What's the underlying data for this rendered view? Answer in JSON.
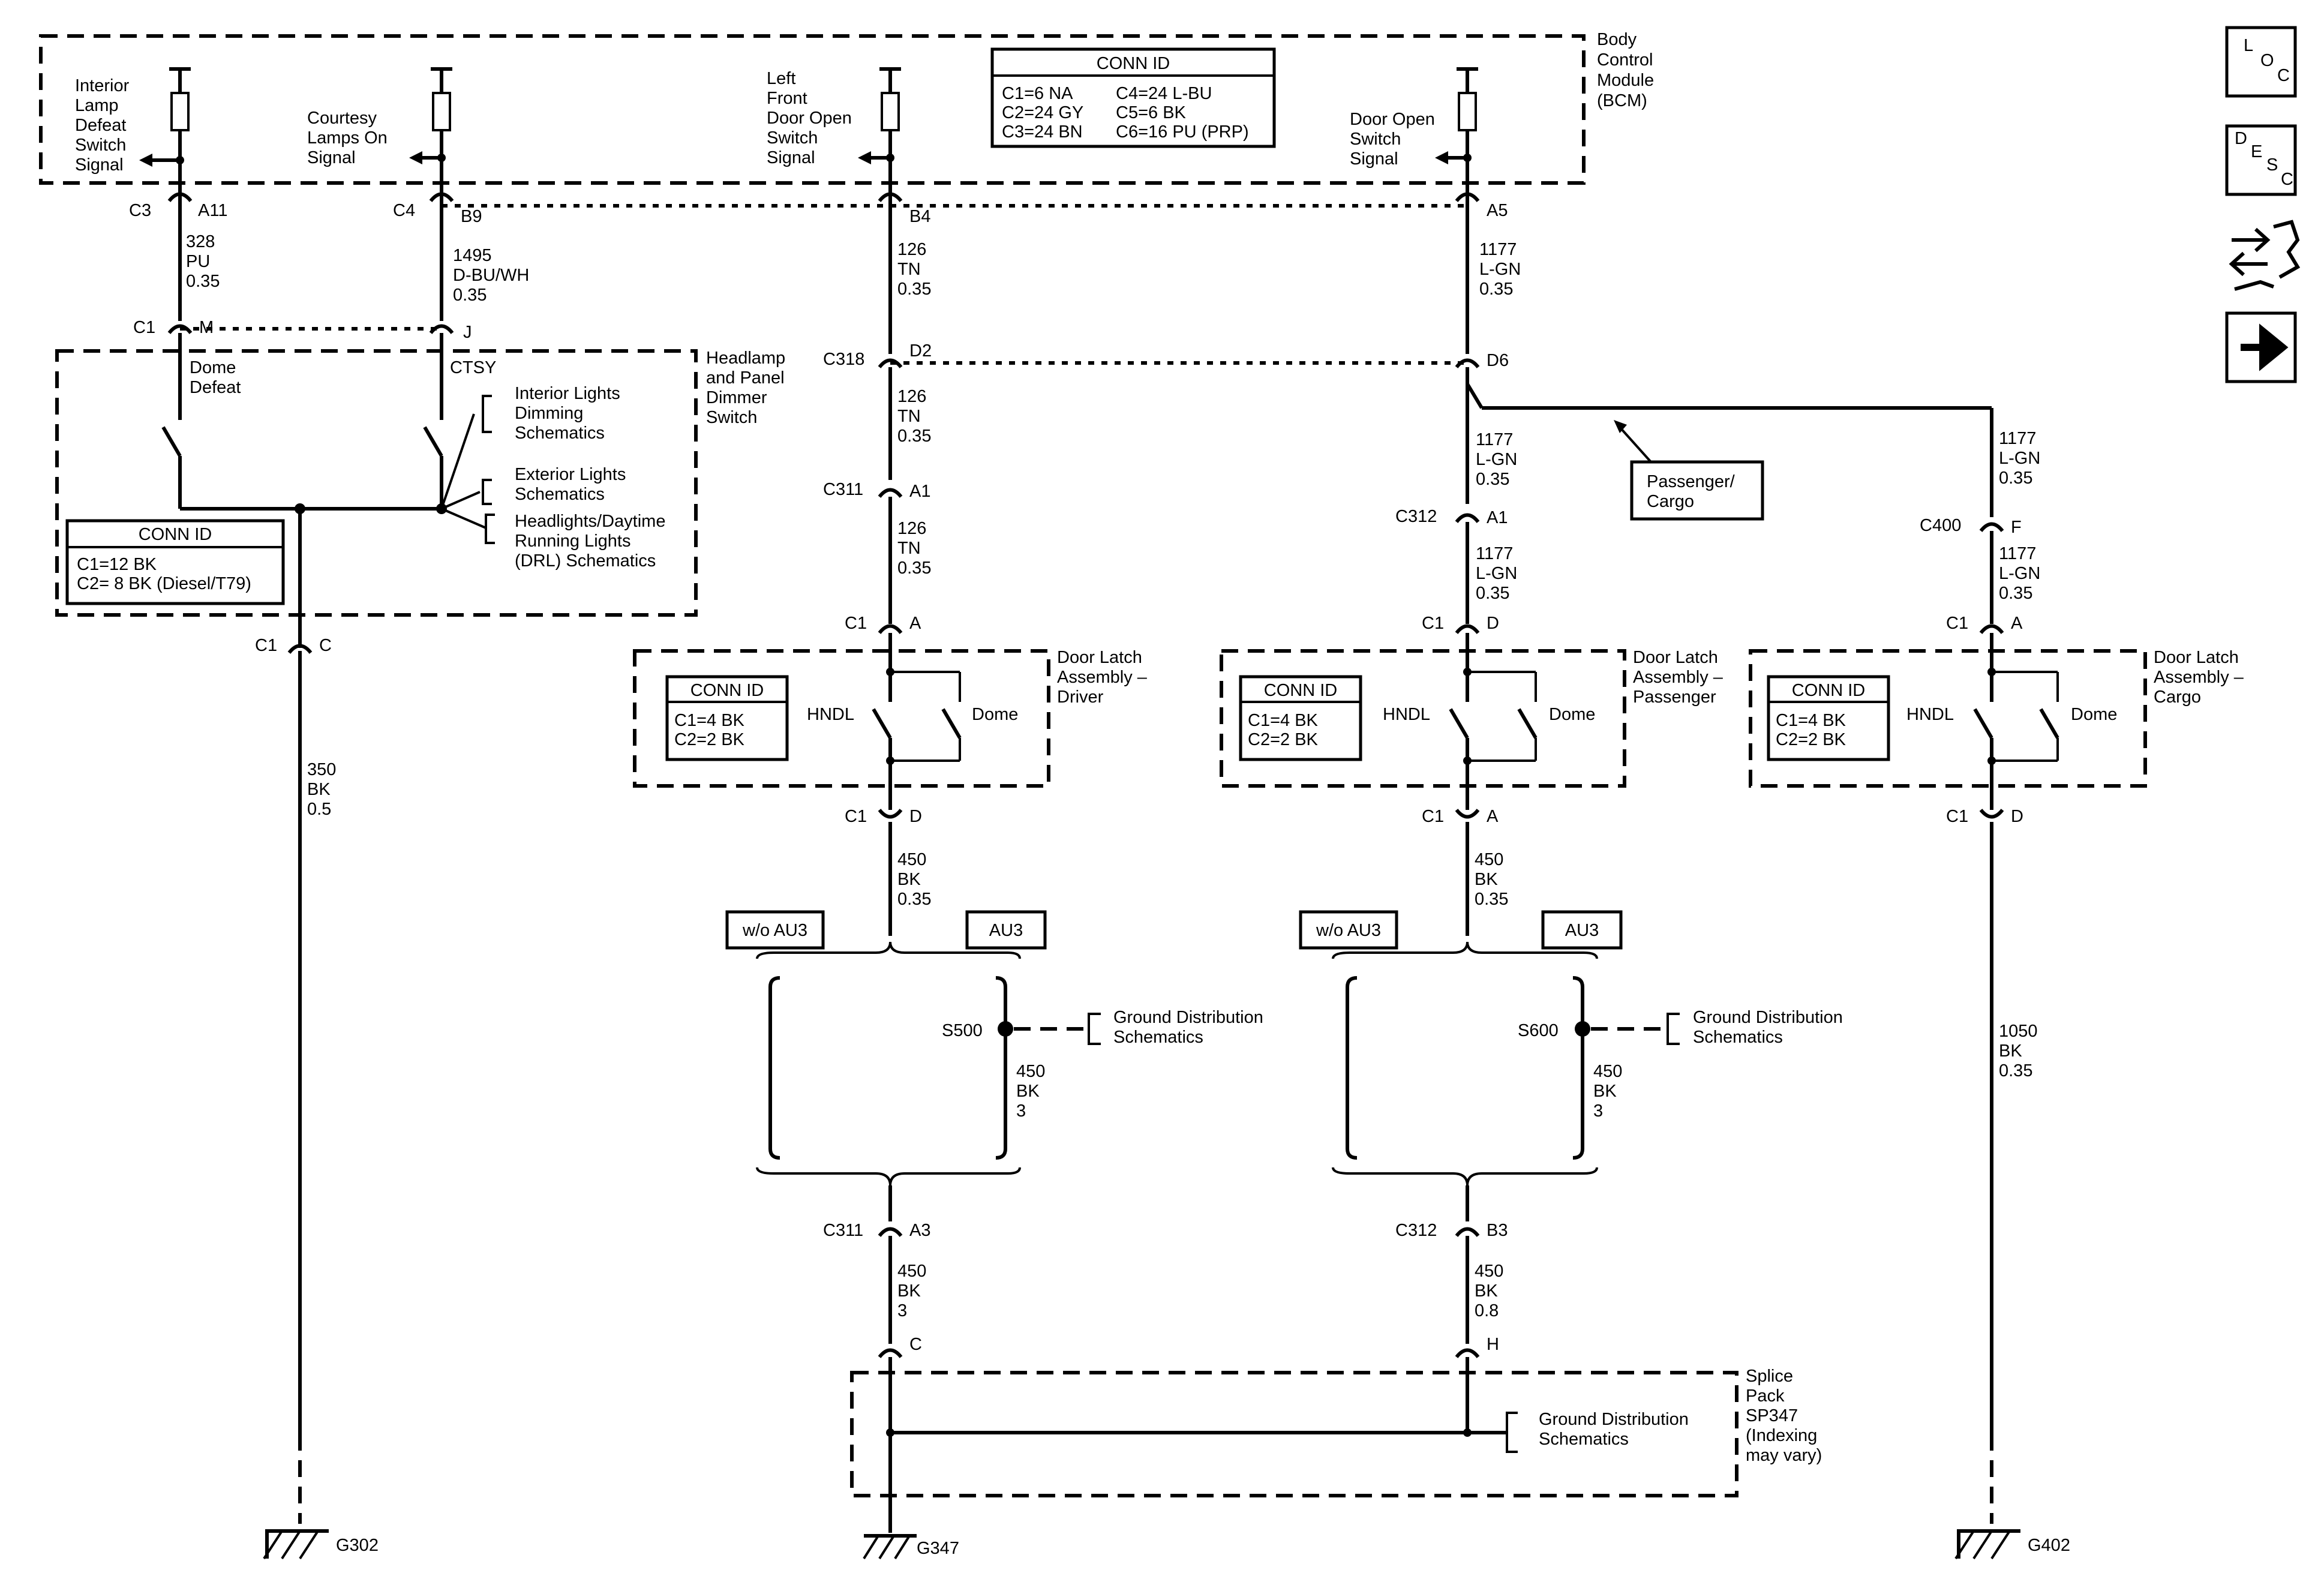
{
  "bcm": {
    "label": [
      "Body",
      "Control",
      "Module",
      "(BCM)"
    ],
    "signals": {
      "interior_lamp": [
        "Interior",
        "Lamp",
        "Defeat",
        "Switch",
        "Signal"
      ],
      "courtesy": [
        "Courtesy",
        "Lamps On",
        "Signal"
      ],
      "lf_door": [
        "Left",
        "Front",
        "Door Open",
        "Switch",
        "Signal"
      ],
      "door_open": [
        "Door Open",
        "Switch",
        "Signal"
      ]
    },
    "conn_id": {
      "title": "CONN ID",
      "lines": [
        "C1=6 NA",
        "C2=24 GY",
        "C3=24 BN",
        "C4=24 L-BU",
        "C5=6 BK",
        "C6=16 PU (PRP)"
      ]
    }
  },
  "bcm_pins": {
    "a11": [
      "C3",
      "A11"
    ],
    "b9": [
      "C4",
      "B9"
    ],
    "b4": [
      "",
      "B4"
    ],
    "a5": [
      "",
      "A5"
    ]
  },
  "wires": {
    "w328": [
      "328",
      "PU",
      "0.35"
    ],
    "w1495": [
      "1495",
      "D-BU/WH",
      "0.35"
    ],
    "w126a": [
      "126",
      "TN",
      "0.35"
    ],
    "w126b": [
      "126",
      "TN",
      "0.35"
    ],
    "w126c": [
      "126",
      "TN",
      "0.35"
    ],
    "w1177a": [
      "1177",
      "L-GN",
      "0.35"
    ],
    "w1177b": [
      "1177",
      "L-GN",
      "0.35"
    ],
    "w1177c": [
      "1177",
      "L-GN",
      "0.35"
    ],
    "w1177d": [
      "1177",
      "L-GN",
      "0.35"
    ],
    "w1177e": [
      "1177",
      "L-GN",
      "0.35"
    ],
    "w350": [
      "350",
      "BK",
      "0.5"
    ],
    "w450a": [
      "450",
      "BK",
      "0.35"
    ],
    "w450b": [
      "450",
      "BK",
      "0.35"
    ],
    "w450c": [
      "450",
      "BK",
      "3"
    ],
    "w450d": [
      "450",
      "BK",
      "3"
    ],
    "w450e": [
      "450",
      "BK",
      "3"
    ],
    "w450f": [
      "450",
      "BK",
      "0.8"
    ],
    "w1050": [
      "1050",
      "BK",
      "0.35"
    ]
  },
  "headlamp": {
    "label": [
      "Headlamp",
      "and Panel",
      "Dimmer",
      "Switch"
    ],
    "pins": {
      "m": [
        "C1",
        "M"
      ],
      "j": [
        "",
        "J"
      ],
      "c": [
        "C1",
        "C"
      ]
    },
    "switches": {
      "dome": [
        "Dome",
        "Defeat"
      ],
      "ctsy": "CTSY"
    },
    "refs": {
      "interior": [
        "Interior Lights",
        "Dimming",
        "Schematics"
      ],
      "exterior": [
        "Exterior Lights",
        "Schematics"
      ],
      "headlights": [
        "Headlights/Daytime",
        "Running Lights",
        "(DRL) Schematics"
      ]
    },
    "conn_id": {
      "title": "CONN ID",
      "lines": [
        "C1=12 BK",
        "C2= 8 BK (Diesel/T79)"
      ]
    }
  },
  "inline": {
    "c318": [
      "C318",
      "D2"
    ],
    "d6": [
      "",
      "D6"
    ],
    "c311a": [
      "C311",
      "A1"
    ],
    "c312a": [
      "C312",
      "A1"
    ],
    "c400": [
      "C400",
      "F"
    ],
    "c311b": [
      "C311",
      "A3"
    ],
    "c312b": [
      "C312",
      "B3"
    ],
    "sp_c": [
      "",
      "C"
    ],
    "sp_h": [
      "",
      "H"
    ]
  },
  "passenger_cargo_label": [
    "Passenger/",
    "Cargo"
  ],
  "latches": {
    "driver": {
      "label": [
        "Door Latch",
        "Assembly –",
        "Driver"
      ],
      "top_pin": [
        "C1",
        "A"
      ],
      "bottom_pin": [
        "C1",
        "D"
      ],
      "hndl": "HNDL",
      "dome": "Dome",
      "conn_id": {
        "title": "CONN ID",
        "lines": [
          "C1=4 BK",
          "C2=2 BK"
        ]
      }
    },
    "passenger": {
      "label": [
        "Door Latch",
        "Assembly –",
        "Passenger"
      ],
      "top_pin": [
        "C1",
        "D"
      ],
      "bottom_pin": [
        "C1",
        "A"
      ],
      "hndl": "HNDL",
      "dome": "Dome",
      "conn_id": {
        "title": "CONN ID",
        "lines": [
          "C1=4 BK",
          "C2=2 BK"
        ]
      }
    },
    "cargo": {
      "label": [
        "Door Latch",
        "Assembly –",
        "Cargo"
      ],
      "top_pin": [
        "C1",
        "A"
      ],
      "bottom_pin": [
        "C1",
        "D"
      ],
      "hndl": "HNDL",
      "dome": "Dome",
      "conn_id": {
        "title": "CONN ID",
        "lines": [
          "C1=4 BK",
          "C2=2 BK"
        ]
      }
    }
  },
  "options": {
    "left": {
      "wo": "w/o AU3",
      "with": "AU3",
      "splice": "S500",
      "ref": [
        "Ground Distribution",
        "Schematics"
      ]
    },
    "right": {
      "wo": "w/o AU3",
      "with": "AU3",
      "splice": "S600",
      "ref": [
        "Ground Distribution",
        "Schematics"
      ]
    }
  },
  "splice_pack": {
    "label": [
      "Splice",
      "Pack",
      "SP347",
      "(Indexing",
      "may vary)"
    ],
    "ref": [
      "Ground Distribution",
      "Schematics"
    ]
  },
  "grounds": {
    "g302": "G302",
    "g347": "G347",
    "g402": "G402"
  },
  "nav": {
    "loc": [
      "L",
      "O",
      "C"
    ],
    "desc": [
      "D",
      "E",
      "S",
      "C"
    ]
  }
}
